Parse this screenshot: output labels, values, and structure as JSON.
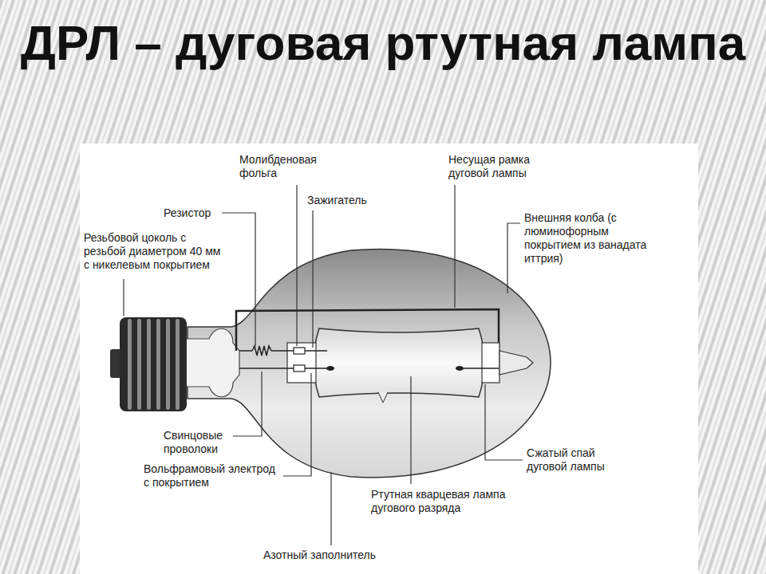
{
  "diagram": {
    "title": "ДРЛ – дуговая ртутная лампа",
    "labels": [
      "Молибденовая фольга",
      "Резистор",
      "Зажигатель",
      "Несущая рамка дуговой лампы",
      "Резьбовой цоколь с резьбой диаметром 40 мм с никелевым покрытием",
      "Внешняя колба (с люминофорным покрытием из ванадата иттрия)",
      "Свинцовые проволоки",
      "Вольфрамовый электрод с покрытием",
      "Ртутная кварцевая лампа дугового разряда",
      "Сжатый спай дуговой лампы",
      "Азотный заполнитель"
    ]
  }
}
